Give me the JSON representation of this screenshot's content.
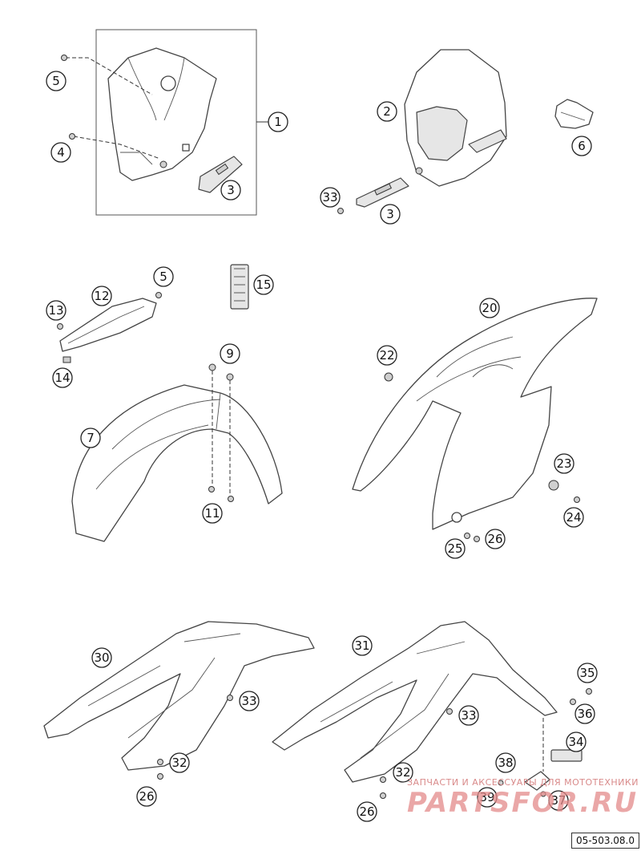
{
  "callouts": [
    "1",
    "2",
    "3",
    "3",
    "4",
    "5",
    "5",
    "6",
    "7",
    "9",
    "11",
    "12",
    "13",
    "14",
    "15",
    "20",
    "22",
    "23",
    "24",
    "25",
    "26",
    "26",
    "26",
    "30",
    "31",
    "32",
    "32",
    "33",
    "33",
    "33",
    "34",
    "35",
    "36",
    "37",
    "38",
    "39"
  ],
  "watermark": {
    "tagline": "ЗАПЧАСТИ И АКСЕССУАРЫ ДЛЯ МОТОТЕХНИКИ",
    "logo": "PARTSFOR.RU"
  },
  "diagram_code": "05-503.08.0"
}
